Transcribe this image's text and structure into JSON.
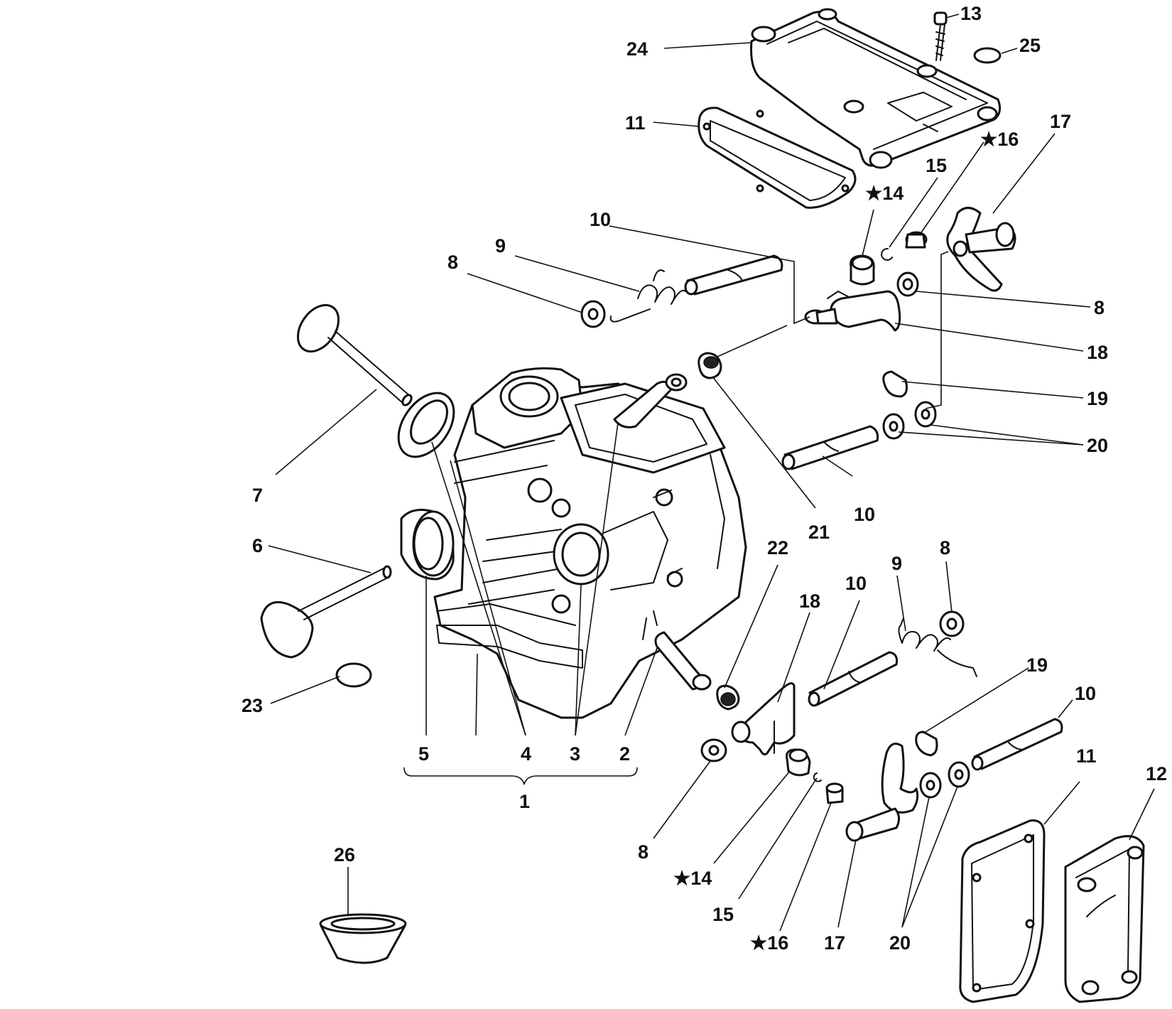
{
  "diagram": {
    "style": "exploded parts diagram, black line art on white",
    "colors": {
      "ink": "#111111",
      "background": "#ffffff"
    },
    "callouts": [
      {
        "id": "c1",
        "text": "1"
      },
      {
        "id": "c2",
        "text": "2"
      },
      {
        "id": "c3a",
        "text": "3"
      },
      {
        "id": "c4a",
        "text": "4"
      },
      {
        "id": "c5",
        "text": "5"
      },
      {
        "id": "c6",
        "text": "6"
      },
      {
        "id": "c7",
        "text": "7"
      },
      {
        "id": "c8a",
        "text": "8"
      },
      {
        "id": "c8b",
        "text": "8"
      },
      {
        "id": "c8c",
        "text": "8"
      },
      {
        "id": "c8d",
        "text": "8"
      },
      {
        "id": "c9a",
        "text": "9"
      },
      {
        "id": "c9b",
        "text": "9"
      },
      {
        "id": "c10a",
        "text": "10"
      },
      {
        "id": "c10b",
        "text": "10"
      },
      {
        "id": "c10c",
        "text": "10"
      },
      {
        "id": "c10d",
        "text": "10"
      },
      {
        "id": "c11a",
        "text": "11"
      },
      {
        "id": "c11b",
        "text": "11"
      },
      {
        "id": "c12",
        "text": "12"
      },
      {
        "id": "c13",
        "text": "13"
      },
      {
        "id": "c14a",
        "text": "★14"
      },
      {
        "id": "c14b",
        "text": "★14"
      },
      {
        "id": "c15a",
        "text": "15"
      },
      {
        "id": "c15b",
        "text": "15"
      },
      {
        "id": "c16a",
        "text": "★16"
      },
      {
        "id": "c16b",
        "text": "★16"
      },
      {
        "id": "c17a",
        "text": "17"
      },
      {
        "id": "c17b",
        "text": "17"
      },
      {
        "id": "c18a",
        "text": "18"
      },
      {
        "id": "c18b",
        "text": "18"
      },
      {
        "id": "c19a",
        "text": "19"
      },
      {
        "id": "c19b",
        "text": "19"
      },
      {
        "id": "c20a",
        "text": "20"
      },
      {
        "id": "c20b",
        "text": "20"
      },
      {
        "id": "c21",
        "text": "21"
      },
      {
        "id": "c22",
        "text": "22"
      },
      {
        "id": "c23",
        "text": "23"
      },
      {
        "id": "c24",
        "text": "24"
      },
      {
        "id": "c25",
        "text": "25"
      },
      {
        "id": "c26",
        "text": "26"
      }
    ]
  }
}
